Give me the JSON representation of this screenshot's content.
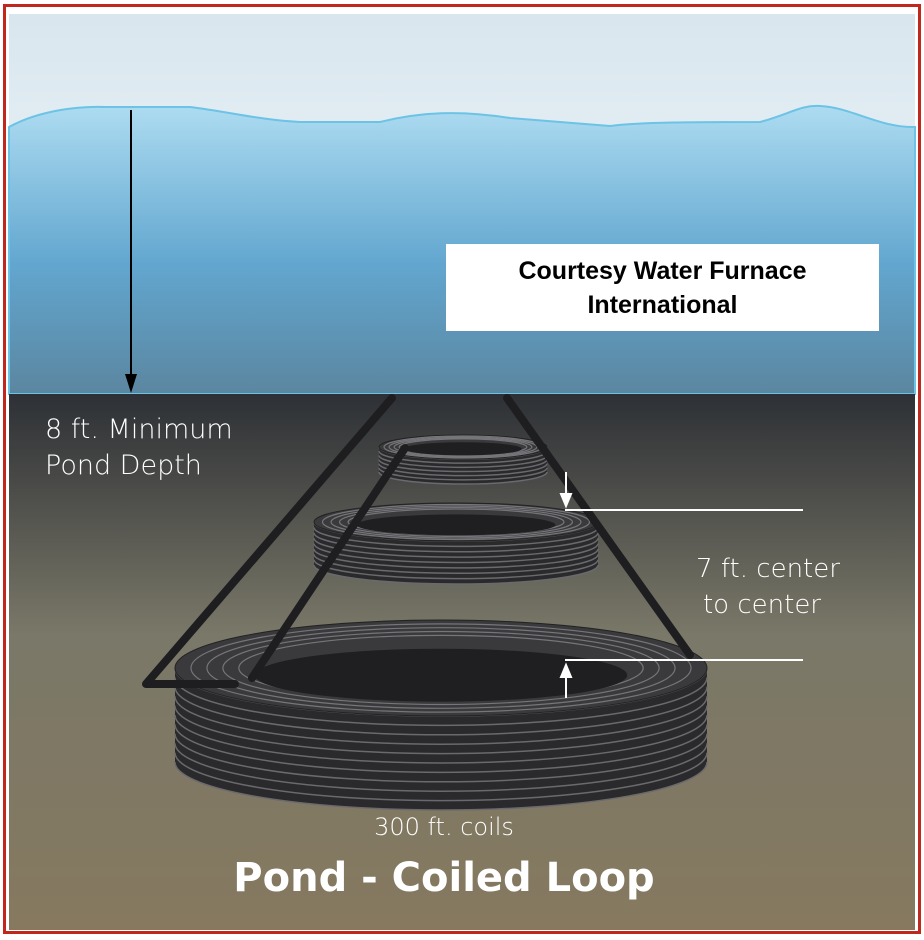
{
  "credit": {
    "line1": "Courtesy Water Furnace",
    "line2": "International"
  },
  "depth_label": {
    "line1": "8 ft. Minimum",
    "line2": "Pond Depth"
  },
  "spacing_label": {
    "line1": "7 ft. center",
    "line2": "to center"
  },
  "coil_label": "300 ft. coils",
  "title": "Pond - Coiled Loop",
  "colors": {
    "border": "#c0281e",
    "sky": "#eaf4f8",
    "water_top": "#a8d8ef",
    "water_bottom": "#5a86a2",
    "ground_top": "#2e3136",
    "ground_bottom": "#857a62",
    "coil": "#2a2a2c"
  }
}
